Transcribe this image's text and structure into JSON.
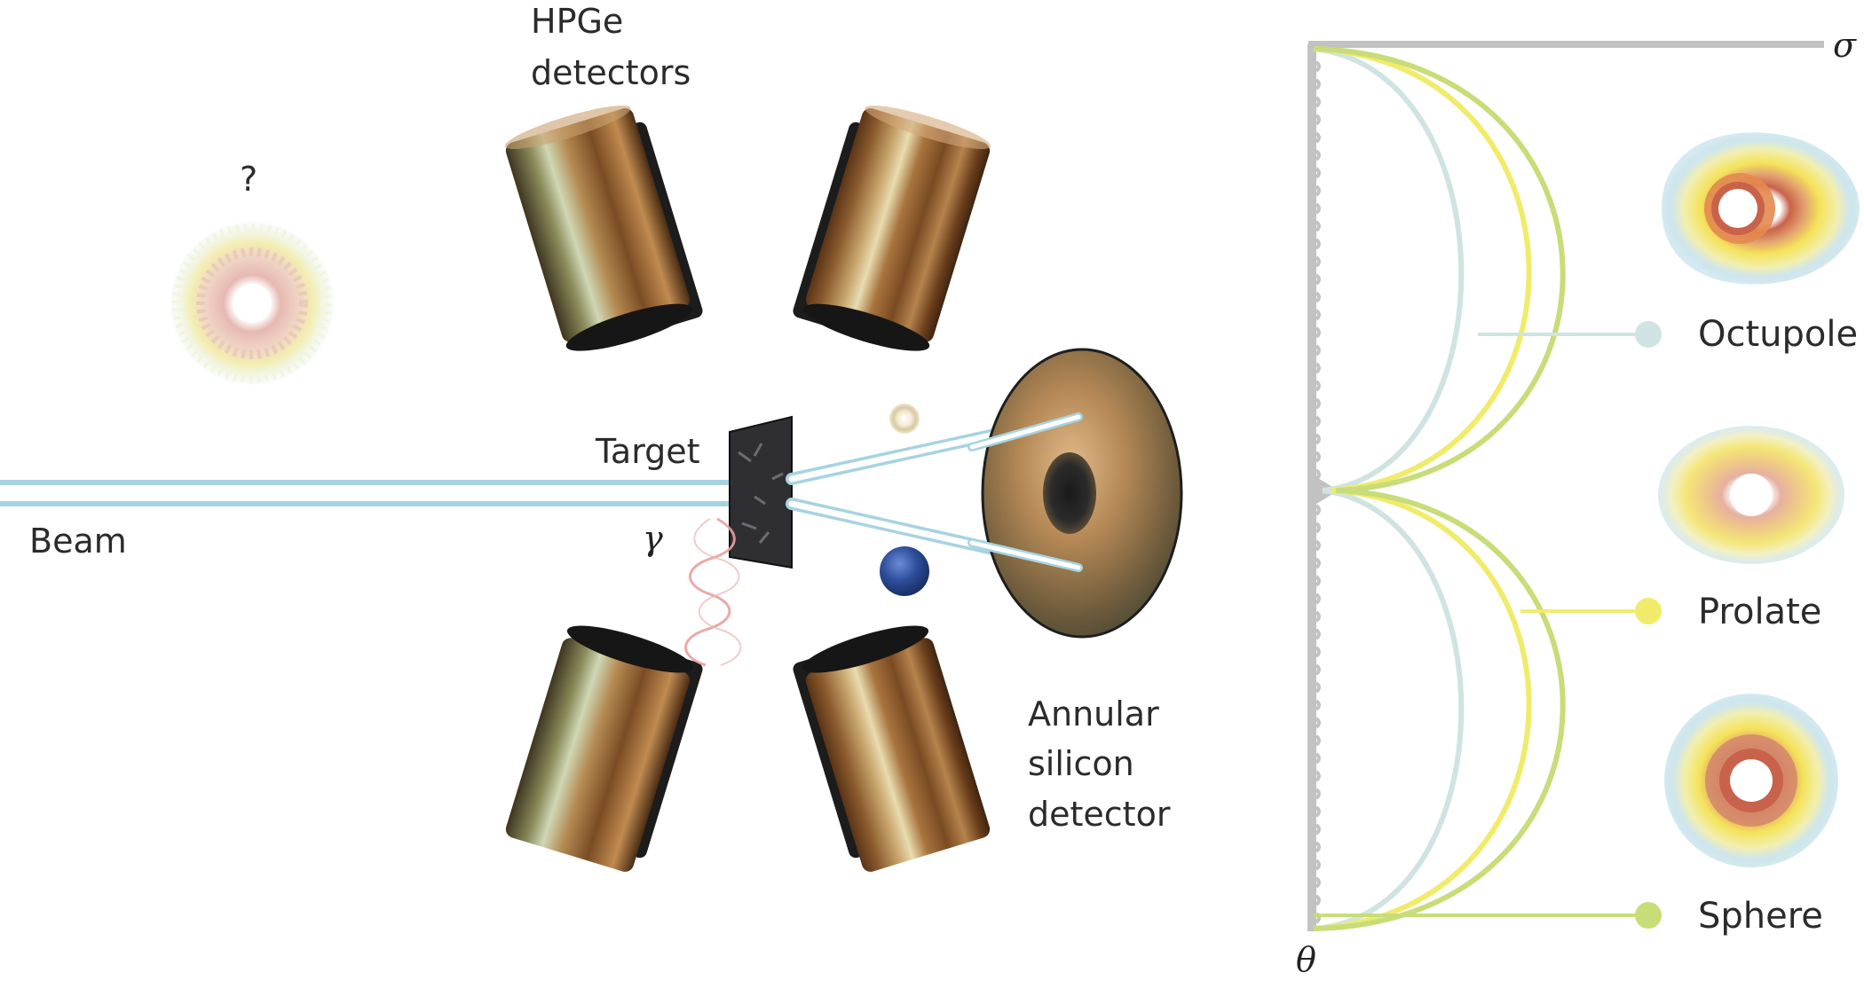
{
  "labels": {
    "hpge_line1": "HPGe",
    "hpge_line2": "detectors",
    "question": "?",
    "target": "Target",
    "beam": "Beam",
    "gamma": "γ",
    "annular_line1": "Annular",
    "annular_line2": "silicon",
    "annular_line3": "detector",
    "sigma": "σ",
    "theta": "θ"
  },
  "shapes": [
    {
      "name": "Octupole",
      "color": "#cfe3e2"
    },
    {
      "name": "Prolate",
      "color": "#f0ec6a"
    },
    {
      "name": "Sphere",
      "color": "#c8dc78"
    }
  ],
  "colors": {
    "beam": "#a7d3e0",
    "axis": "#c2c2c2",
    "octupole_curve": "#cfe3e2",
    "prolate_curve": "#f0ec6a",
    "sphere_curve": "#c8dc78",
    "detector_copper": "#a86b3c",
    "target": "#2f2f33",
    "particle_blue": "#2e4e9a",
    "gamma_wave": "#e8a0a0"
  }
}
